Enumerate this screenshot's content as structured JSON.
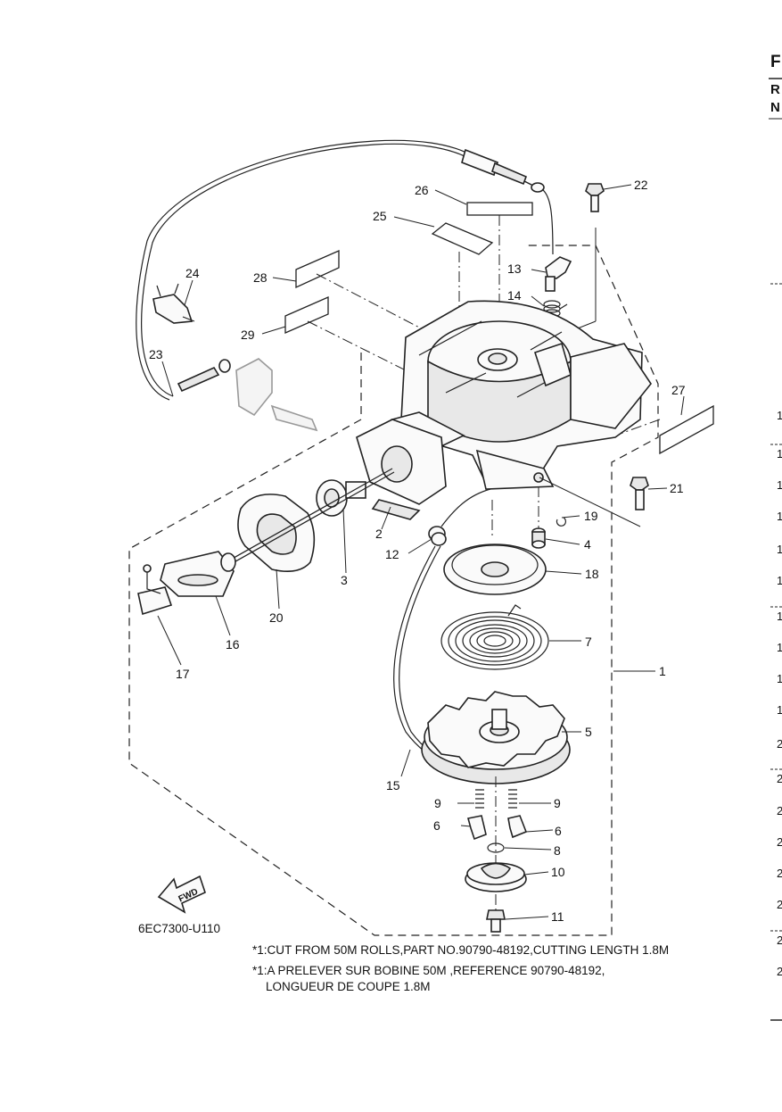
{
  "diagram": {
    "ref_code": "6EC7300-U110",
    "fwd_arrow_text": "FWD",
    "notes": [
      "*1:CUT FROM 50M ROLLS,PART NO.90790-48192,CUTTING LENGTH 1.8M",
      "*1:A PRELEVER SUR BOBINE 50M ,REFERENCE 90790-48192,",
      "LONGUEUR DE COUPE 1.8M"
    ],
    "callouts": [
      "1",
      "2",
      "3",
      "4",
      "5",
      "6",
      "6",
      "7",
      "8",
      "9",
      "9",
      "10",
      "11",
      "12",
      "13",
      "14",
      "15",
      "16",
      "17",
      "18",
      "19",
      "20",
      "21",
      "22",
      "23",
      "24",
      "25",
      "26",
      "27",
      "28",
      "29"
    ]
  },
  "cut_off_edge": {
    "header_letters": [
      "F",
      "R",
      "N"
    ],
    "column_digits": [
      "1",
      "1",
      "1",
      "1",
      "1",
      "1",
      "1",
      "1",
      "1",
      "1",
      "2",
      "2",
      "2",
      "2",
      "2",
      "2",
      "2",
      "2"
    ]
  }
}
